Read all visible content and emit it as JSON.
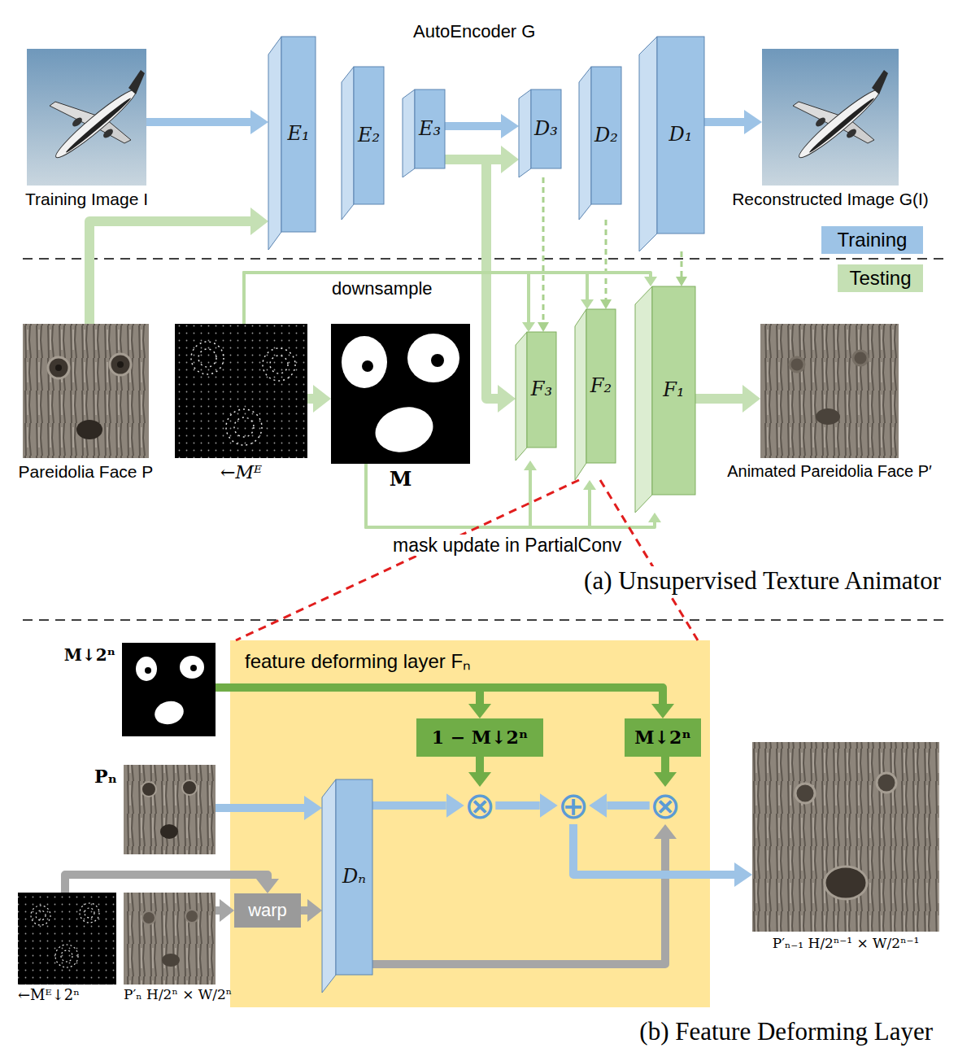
{
  "diagram": {
    "nodes": [
      {
        "text": [
          "Training Image I"
        ]
      },
      {
        "text": [
          "E₁"
        ]
      },
      {
        "text": [
          "E₂"
        ]
      },
      {
        "text": [
          "E₃"
        ]
      },
      {
        "text": [
          "D₃"
        ]
      },
      {
        "text": [
          "D₂"
        ]
      },
      {
        "text": [
          "D₁"
        ]
      },
      {
        "text": [
          "Reconstructed Image G(I)"
        ]
      },
      {
        "text": [
          "Pareidolia Face P"
        ]
      },
      {
        "text": [
          "←Mᴱ"
        ]
      },
      {
        "text": [
          "M"
        ]
      },
      {
        "text": [
          "F₃"
        ]
      },
      {
        "text": [
          "F₂"
        ]
      },
      {
        "text": [
          "F₁"
        ]
      },
      {
        "text": [
          "Animated Pareidolia Face P′"
        ]
      },
      {
        "text": [
          "feature deforming layer Fₙ"
        ]
      },
      {
        "text": [
          "M↓2ⁿ"
        ]
      },
      {
        "text": [
          "1 − M↓2ⁿ"
        ],
        "in": 15
      },
      {
        "text": [
          "M↓2ⁿ"
        ],
        "in": 15
      },
      {
        "text": [
          "Pₙ"
        ]
      },
      {
        "text": [
          "Dₙ"
        ],
        "in": 15
      },
      {
        "text": [
          "⊗"
        ],
        "in": 15
      },
      {
        "text": [
          "⊕"
        ],
        "in": 15
      },
      {
        "text": [
          "⊗"
        ],
        "in": 15
      },
      {
        "text": [
          "←Mᴱ↓2ⁿ"
        ]
      },
      {
        "text": [
          "P′ₙ H/2ⁿ × W/2ⁿ"
        ]
      },
      {
        "text": [
          "warp"
        ],
        "in": 15
      },
      {
        "text": [
          "P′ₙ₋₁ H/2ⁿ⁻¹ × W/2ⁿ⁻¹"
        ]
      }
    ],
    "edges": [
      {
        "from": 0,
        "to": 1,
        "arrow": "to"
      },
      {
        "from": 3,
        "to": 4,
        "arrow": "to"
      },
      {
        "from": 6,
        "to": 7,
        "arrow": "to"
      },
      {
        "from": 8,
        "to": 1,
        "arrow": "to"
      },
      {
        "from": 3,
        "to": 4,
        "arrow": "to"
      },
      {
        "from": 3,
        "to": 11,
        "arrow": "to"
      },
      {
        "from": 4,
        "to": 11,
        "arrow": "to"
      },
      {
        "from": 5,
        "to": 12,
        "arrow": "to"
      },
      {
        "from": 6,
        "to": 13,
        "arrow": "to"
      },
      {
        "from": 9,
        "to": 10,
        "arrow": "to"
      },
      {
        "from": 9,
        "to": 11,
        "arrow": "to"
      },
      {
        "from": 9,
        "to": 12,
        "arrow": "to"
      },
      {
        "from": 9,
        "to": 13,
        "arrow": "to"
      },
      {
        "from": 10,
        "to": 11,
        "arrow": "to"
      },
      {
        "from": 10,
        "to": 12,
        "arrow": "to"
      },
      {
        "from": 10,
        "to": 13,
        "arrow": "to"
      },
      {
        "from": 13,
        "to": 14,
        "arrow": "to"
      },
      {
        "from": 12,
        "to": 15,
        "arrow": "none"
      },
      {
        "from": 12,
        "to": 15,
        "arrow": "none"
      },
      {
        "from": 16,
        "to": 17,
        "arrow": "to"
      },
      {
        "from": 16,
        "to": 18,
        "arrow": "to"
      },
      {
        "from": 17,
        "to": 21,
        "arrow": "to"
      },
      {
        "from": 18,
        "to": 23,
        "arrow": "to"
      },
      {
        "from": 19,
        "to": 20,
        "arrow": "to"
      },
      {
        "from": 24,
        "to": 26,
        "arrow": "to"
      },
      {
        "from": 25,
        "to": 26,
        "arrow": "to"
      },
      {
        "from": 26,
        "to": 20,
        "arrow": "to"
      },
      {
        "from": 20,
        "to": 21,
        "arrow": "to"
      },
      {
        "from": 21,
        "to": 22,
        "arrow": "to"
      },
      {
        "from": 23,
        "to": 22,
        "arrow": "to"
      },
      {
        "from": 20,
        "to": 23,
        "arrow": "to"
      },
      {
        "from": 22,
        "to": 27,
        "arrow": "to"
      }
    ],
    "labels": [
      "AutoEncoder G",
      "downsample",
      "mask update in PartialConv",
      "(a) Unsupervised Texture Animator",
      "(b) Feature Deforming Layer"
    ],
    "legend": [
      {
        "text": "Training",
        "color": "#9dc3e6"
      },
      {
        "text": "Testing",
        "color": "#c5e0b4"
      }
    ]
  }
}
